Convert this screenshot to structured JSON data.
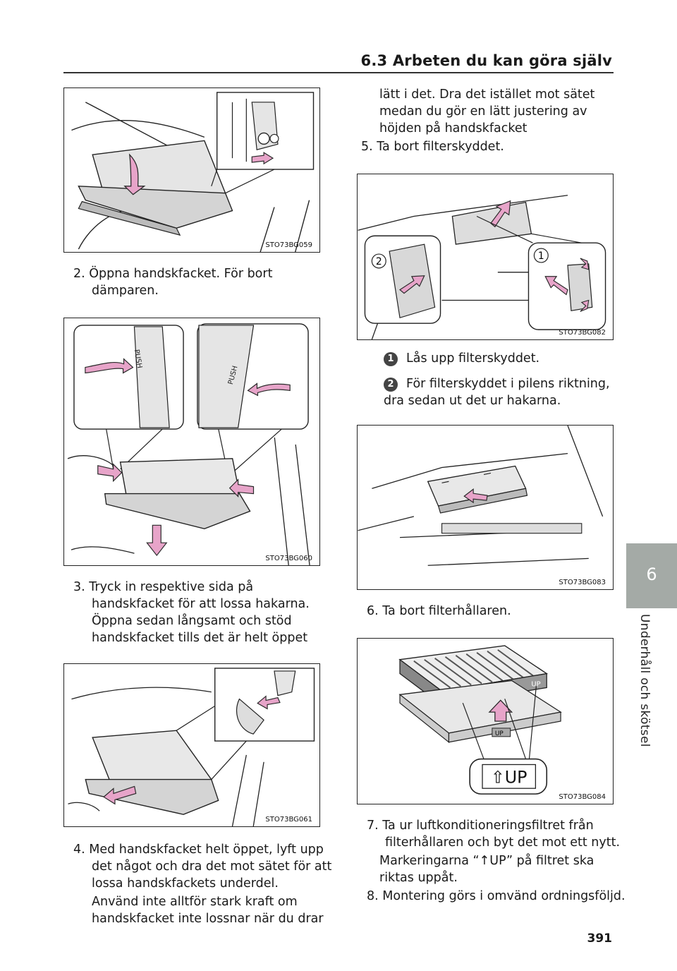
{
  "header": {
    "section_title": "6.3 Arbeten du kan göra själv"
  },
  "side_tab": {
    "chapter_number": "6",
    "chapter_label": "Underhåll och skötsel"
  },
  "page_number": "391",
  "figures": {
    "f059": "STO73BG059",
    "f060": "STO73BG060",
    "f061": "STO73BG061",
    "f082": "STO73BG082",
    "f083": "STO73BG083",
    "f084": "STO73BG084"
  },
  "figure_labels": {
    "push1": "PUSH",
    "push2": "PUSH",
    "num1": "1",
    "num2": "2",
    "up_small1": "UP",
    "up_small2": "UP",
    "up_small3": "UP",
    "up_big": "⇧UP"
  },
  "left_col": {
    "step2": "2. Öppna handskfacket. För bort dämparen.",
    "step3": "3. Tryck in respektive sida på handskfacket för att lossa hakarna. Öppna sedan långsamt och stöd handskfacket tills det är helt öppet",
    "step4": "4. Med handskfacket helt öppet, lyft upp det något och dra det mot sätet för att lossa handskfackets underdel.",
    "step4_note": "Använd inte alltför stark kraft om handskfacket inte lossnar när du drar"
  },
  "right_col": {
    "cont": "lätt i det. Dra det istället mot sätet medan du gör en lätt justering av höjden på handskfacket",
    "step5": "5. Ta bort filterskyddet.",
    "sub1_num": "1",
    "sub1": "Lås upp filterskyddet.",
    "sub2_num": "2",
    "sub2": "För filterskyddet i pilens riktning, dra sedan ut det ur hakarna.",
    "step6": "6. Ta bort filterhållaren.",
    "step7": "7. Ta ur luftkonditioneringsfiltret från filterhållaren och byt det mot ett nytt.",
    "step7_note": "Markeringarna “↑UP” på filtret ska riktas uppåt.",
    "step8": "8. Montering görs i omvänd ordningsföljd."
  },
  "colors": {
    "arrow": "#e7a4c9",
    "arrow_stroke": "#2a2a2a",
    "tab": "#a4aaa6",
    "box_fill": "#d9d9d9"
  }
}
